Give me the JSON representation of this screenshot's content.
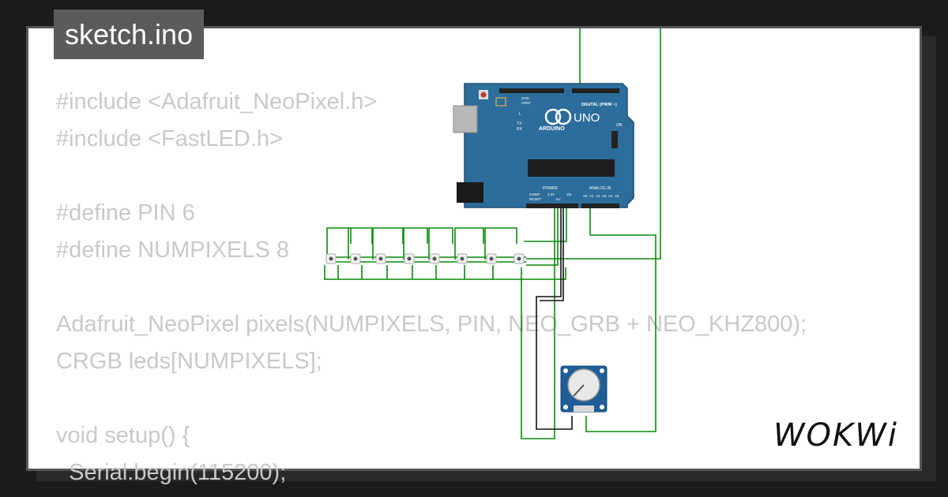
{
  "tab": {
    "title": "sketch.ino"
  },
  "code": {
    "lines": [
      "#include <Adafruit_NeoPixel.h>",
      "#include <FastLED.h>",
      "",
      "#define PIN 6",
      "#define NUMPIXELS 8",
      "",
      "Adafruit_NeoPixel pixels(NUMPIXELS, PIN, NEO_GRB + NEO_KHZ800);",
      "CRGB leds[NUMPIXELS];",
      "",
      "void setup() {",
      "  Serial.begin(115200);"
    ]
  },
  "board": {
    "brand": "ARDUINO",
    "model": "UNO",
    "digital_label": "DIGITAL (PWM ~)",
    "power_label": "POWER",
    "analog_label": "ANALOG IN",
    "tx_label": "TX",
    "rx_label": "RX",
    "l_label": "L",
    "on_label": "ON",
    "aref_label": "AREF",
    "gnd_label": "GND",
    "ioref_label": "IOREF",
    "reset_label": "RESET",
    "v33_label": "3.3V",
    "v5_label": "5V",
    "vin_label": "Vin",
    "a0_label": "A0",
    "a1_label": "A1",
    "a2_label": "A2",
    "a3_label": "A3",
    "a4_label": "A4",
    "a5_label": "A5",
    "color": "#2c6d9c"
  },
  "pixels": {
    "count": 8
  },
  "logo": {
    "text": "WOKWi"
  },
  "colors": {
    "wire_green": "#0a8a0a",
    "wire_black": "#111111",
    "code_text": "#c9c9c9",
    "tab_bg": "#5b5b5b"
  }
}
